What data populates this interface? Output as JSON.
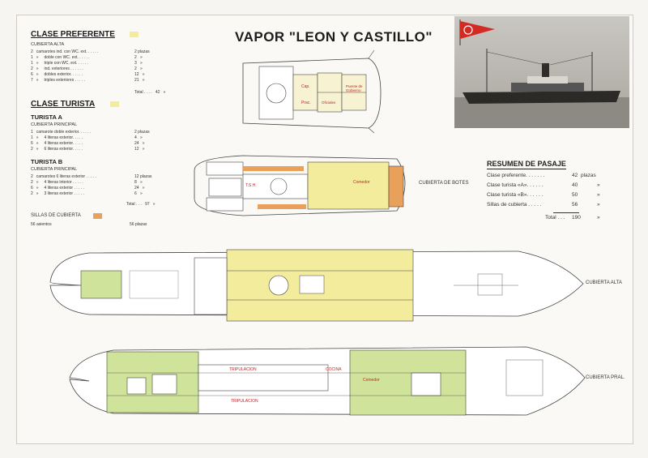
{
  "title": "VAPOR \"LEON Y CASTILLO\"",
  "preferente": {
    "heading": "CLASE PREFERENTE",
    "deck": "CUBIERTA ALTA",
    "rows": [
      {
        "qty": "2",
        "desc": "camarotes ind. con WC. ext. . . . . .",
        "n": "2 plazas"
      },
      {
        "qty": "1",
        "desc": "»     doble con WC. ext. . . . . .",
        "n": "2   »"
      },
      {
        "qty": "1",
        "desc": "»     triple con WC. ext. . . . . .",
        "n": "3   »"
      },
      {
        "qty": "2",
        "desc": "»     ind. exteriores . . . . . .",
        "n": "2   »"
      },
      {
        "qty": "6",
        "desc": "»     dobles exterior. . . . . .",
        "n": "12   »"
      },
      {
        "qty": "7",
        "desc": "»     triples exteriores . . . . .",
        "n": "21   »"
      }
    ],
    "total": "Total . . . .   42   »"
  },
  "turista": {
    "heading": "CLASE TURISTA",
    "a_heading": "TURISTA A",
    "a_deck": "CUBIERTA PRINCIPAL",
    "a_rows": [
      {
        "qty": "1",
        "desc": "camarote doble exterior. . . . . .",
        "n": "2 plazas"
      },
      {
        "qty": "1",
        "desc": "»     4 literas exterior. . . . .",
        "n": "4   »"
      },
      {
        "qty": "6",
        "desc": "»     4 literas exterior. . . . .",
        "n": "24   »"
      },
      {
        "qty": "2",
        "desc": "»     6 literas exterior. . . . .",
        "n": "12   »"
      }
    ],
    "b_heading": "TURISTA B",
    "b_deck": "CUBIERTA PRINCIPAL",
    "b_rows": [
      {
        "qty": "2",
        "desc": "camarotes 6 literas exterior . . . . .",
        "n": "12 plazas"
      },
      {
        "qty": "2",
        "desc": "»     4 literas interior . . . . .",
        "n": "8   »"
      },
      {
        "qty": "6",
        "desc": "»     4 literas exterior . . . . .",
        "n": "24   »"
      },
      {
        "qty": "2",
        "desc": "»     3 literas exterior . . . . .",
        "n": "6   »"
      }
    ],
    "b_total": "Total . . .   97   »"
  },
  "sillas": {
    "heading": "SILLAS DE CUBIERTA",
    "left": "56 asientos",
    "right": "56 plazas"
  },
  "summary": {
    "heading": "RESUMEN DE PASAJE",
    "rows": [
      {
        "label": "Clase preferente. . . . . . .",
        "n": "42",
        "u": "plazas"
      },
      {
        "label": "Clase turista «A». . . . . .",
        "n": "40",
        "u": "»"
      },
      {
        "label": "Clase turista «B». . . . . .",
        "n": "50",
        "u": "»"
      },
      {
        "label": "Sillas de cubierta . . . . .",
        "n": "56",
        "u": "»"
      }
    ],
    "total_label": "Total . . .",
    "total_n": "190",
    "total_u": "»"
  },
  "deck_labels": {
    "botes": "CUBIERTA DE BOTES",
    "alta": "CUBIERTA ALTA",
    "pral": "CUBIERTA PRAL."
  },
  "room_labels": {
    "comedor_top": "Comedor",
    "tripulacion_1": "TRIPULACION",
    "tripulacion_2": "TRIPULACION",
    "cocina": "COCINA",
    "comedor_low": "Comedor",
    "tsh": "T.S.H.",
    "puente": "Puente de Gobierno",
    "cap": "Cap.",
    "prac": "Prac.",
    "oficiales": "Oficiales"
  },
  "colors": {
    "cabin_yellow": "#f2ec9c",
    "cabin_green": "#cfe39a",
    "chair_orange": "#e8a05a",
    "pennant_red": "#d32a24",
    "text_red": "#c3262a"
  }
}
